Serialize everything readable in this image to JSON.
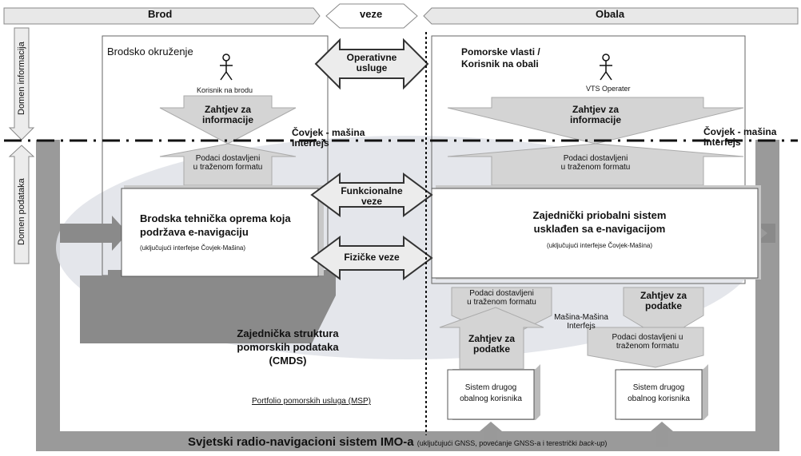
{
  "header": {
    "brod": "Brod",
    "veze": "veze",
    "obala": "Obala"
  },
  "side": {
    "domen_informacija": "Domen informacija",
    "domen_podataka": "Domen podataka"
  },
  "ship": {
    "environment": "Brodsko okruženje",
    "user": "Korisnik na brodu",
    "request_info": [
      "Zahtjev za",
      "informacije"
    ],
    "hmi": [
      "Čovjek - mašina",
      "Interfejs"
    ],
    "delivered": [
      "Podaci dostavljeni",
      "u traženom formatu"
    ],
    "equipment": [
      "Brodska tehnička oprema koja",
      "podržava e-navigaciju"
    ],
    "equipment_note": "(uključujući interfejse Čovjek-Mašina)"
  },
  "links": {
    "operational": [
      "Operativne",
      "usluge"
    ],
    "functional": [
      "Funkcionalne",
      "veze"
    ],
    "physical": "Fizičke veze"
  },
  "shore": {
    "authorities": [
      "Pomorske vlasti /",
      "Korisnik na obali"
    ],
    "user": "VTS Operater",
    "request_info": [
      "Zahtjev za",
      "informacije"
    ],
    "hmi": [
      "Čovjek - mašina",
      "Interfejs"
    ],
    "delivered": [
      "Podaci dostavljeni",
      "u traženom formatu"
    ],
    "system": [
      "Zajednički priobalni sistem",
      "usklađen sa e-navigacijom"
    ],
    "system_note": "(uključujući interfejse Čovjek-Mašina)",
    "delivered_left": [
      "Podaci dostavljeni",
      "u traženom formatu"
    ],
    "request_data_right": [
      "Zahtjev za",
      "podatke"
    ],
    "m2m": [
      "Mašina-Mašina",
      "Interfejs"
    ],
    "request_data_left": [
      "Zahtjev za",
      "podatke"
    ],
    "delivered_right": [
      "Podaci dostavljeni u",
      "traženom formatu"
    ],
    "other_user_1": [
      "Sistem drugog",
      "obalnog korisnika"
    ],
    "other_user_2": [
      "Sistem drugog",
      "obalnog korisnika"
    ]
  },
  "cmds": [
    "Zajednička struktura",
    "pomorskih podataka",
    "(CMDS)"
  ],
  "msp": "Portfolio pomorskih usluga (MSP)",
  "footer": {
    "title": "Svjetski radio-navigacioni sistem IMO-a",
    "note_prefix": "(uključujući GNSS, povećanje GNSS-a i terestrički ",
    "note_italic": "back-up",
    "note_suffix": ")"
  }
}
